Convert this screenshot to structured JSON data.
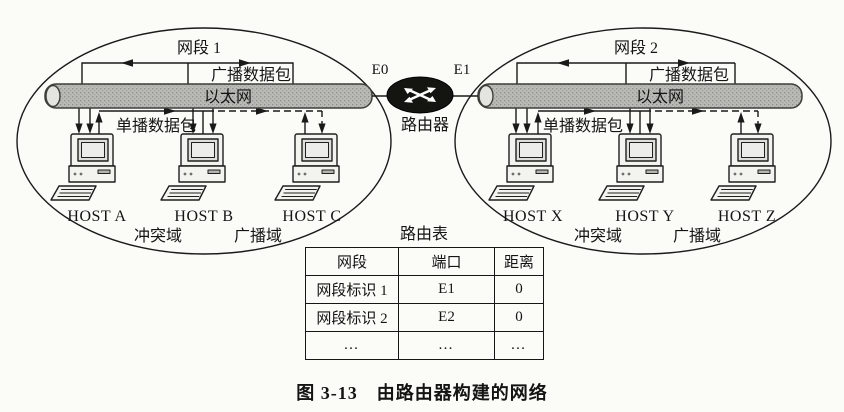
{
  "figure": {
    "caption": "图 3-13　由路由器构建的网络"
  },
  "router": {
    "label": "路由器",
    "port_left": "E0",
    "port_right": "E1"
  },
  "segment_left": {
    "title": "网段 1",
    "broadcast_packet_label": "广播数据包",
    "ethernet_label": "以太网",
    "unicast_packet_label": "单播数据包",
    "collision_domain_label": "冲突域",
    "broadcast_domain_label": "广播域",
    "hosts": [
      "HOST A",
      "HOST B",
      "HOST C"
    ]
  },
  "segment_right": {
    "title": "网段 2",
    "broadcast_packet_label": "广播数据包",
    "ethernet_label": "以太网",
    "unicast_packet_label": "单播数据包",
    "collision_domain_label": "冲突域",
    "broadcast_domain_label": "广播域",
    "hosts": [
      "HOST X",
      "HOST Y",
      "HOST Z"
    ]
  },
  "routing_table": {
    "title": "路由表",
    "headers": [
      "网段",
      "端口",
      "距离"
    ],
    "rows": [
      [
        "网段标识 1",
        "E1",
        "0"
      ],
      [
        "网段标识 2",
        "E2",
        "0"
      ],
      [
        "…",
        "…",
        "…"
      ]
    ]
  },
  "colors": {
    "background": "#fbfbf8",
    "pipe_fill": "#b9b9b5",
    "pipe_edge": "#3e3e3a",
    "router_fill": "#141410",
    "line": "#1a1a18"
  }
}
